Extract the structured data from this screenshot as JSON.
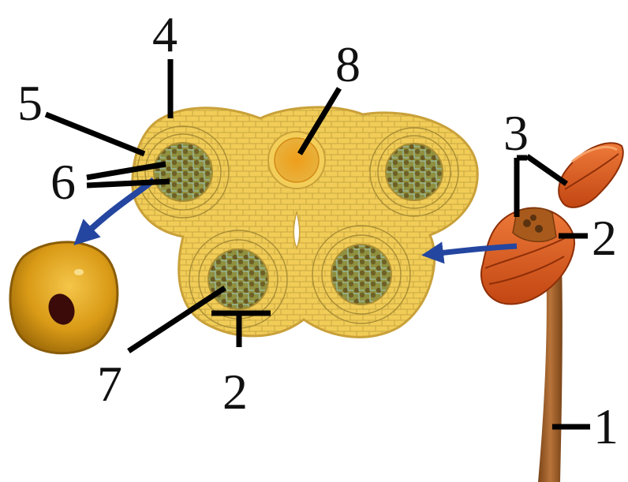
{
  "labels": {
    "l1": "1",
    "l2_right": "2",
    "l2_bottom": "2",
    "l3": "3",
    "l4": "4",
    "l5": "5",
    "l6": "6",
    "l7": "7",
    "l8": "8"
  },
  "colors": {
    "anther_tissue": "#f3cf5a",
    "anther_tissue_dark": "#d9b040",
    "locule_core": "#8c8c38",
    "vascular_bundle": "#e9a21d",
    "stamen_red": "#d95a1e",
    "filament": "#9a5a2a",
    "pollen_grain": "#d79a14",
    "arrow_blue": "#2446a0"
  }
}
